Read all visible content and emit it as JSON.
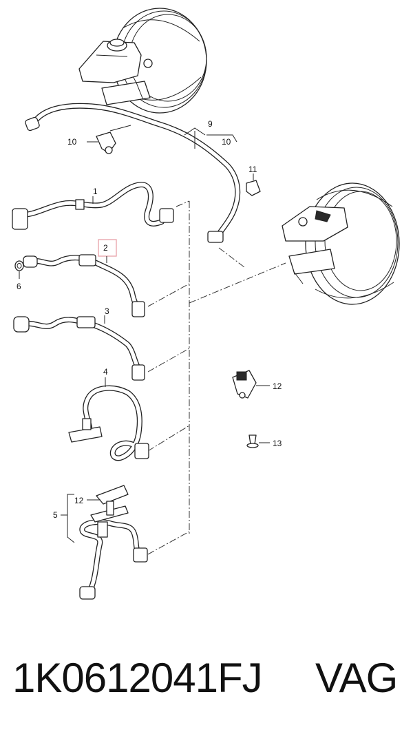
{
  "callouts": {
    "c1": "1",
    "c2": "2",
    "c3": "3",
    "c4": "4",
    "c5": "5",
    "c6": "6",
    "c9": "9",
    "c10a": "10",
    "c10b": "10",
    "c11": "11",
    "c12a": "12",
    "c12b": "12",
    "c13": "13"
  },
  "highlight_color": "#e8a0a8",
  "footer": {
    "part_number": "1K0612041FJ",
    "brand": "VAG"
  }
}
